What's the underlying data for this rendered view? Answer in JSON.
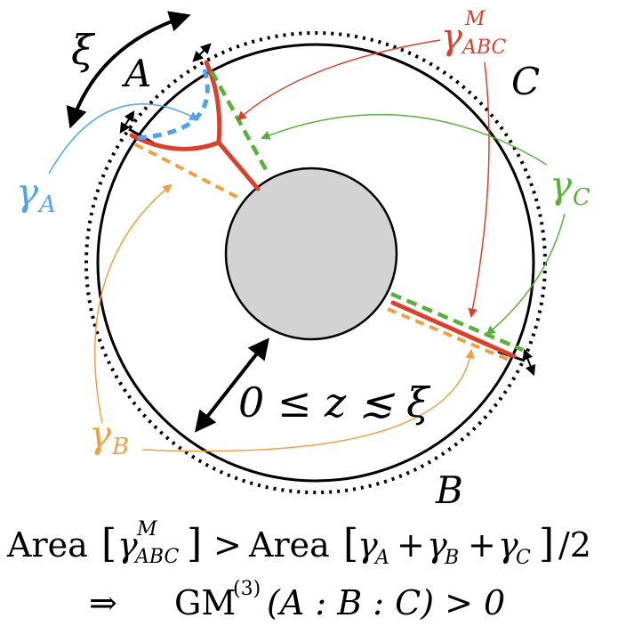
{
  "labels": {
    "xi": "ξ",
    "region_a": "A",
    "region_b": "B",
    "region_c": "C",
    "gamma": "γ",
    "gamma_a_sub": "A",
    "gamma_b_sub": "B",
    "gamma_c_sub": "C",
    "gamma_m_sup": "M",
    "gamma_m_sub": "ABC",
    "depth": "0 ≤ z ≲ ξ"
  },
  "equations": {
    "line1": {
      "area": "Area",
      "gamma": "γ",
      "sup_m": "M",
      "sub_abc": "ABC",
      "gt": ">",
      "area2": "Area",
      "sum_a": "A",
      "sum_b": "B",
      "sum_c": "C",
      "plus": "+",
      "over2": "/2"
    },
    "line2": {
      "implies": "⇒",
      "gm": "GM",
      "gm_sup": "(3)",
      "args": "(A : B : C) > 0"
    }
  },
  "colors": {
    "red": "#d8412c",
    "blue": "#4fa3ee",
    "orange": "#f0a040",
    "green": "#5ab03a",
    "black": "#000000",
    "disk": "#d3d3d3"
  }
}
